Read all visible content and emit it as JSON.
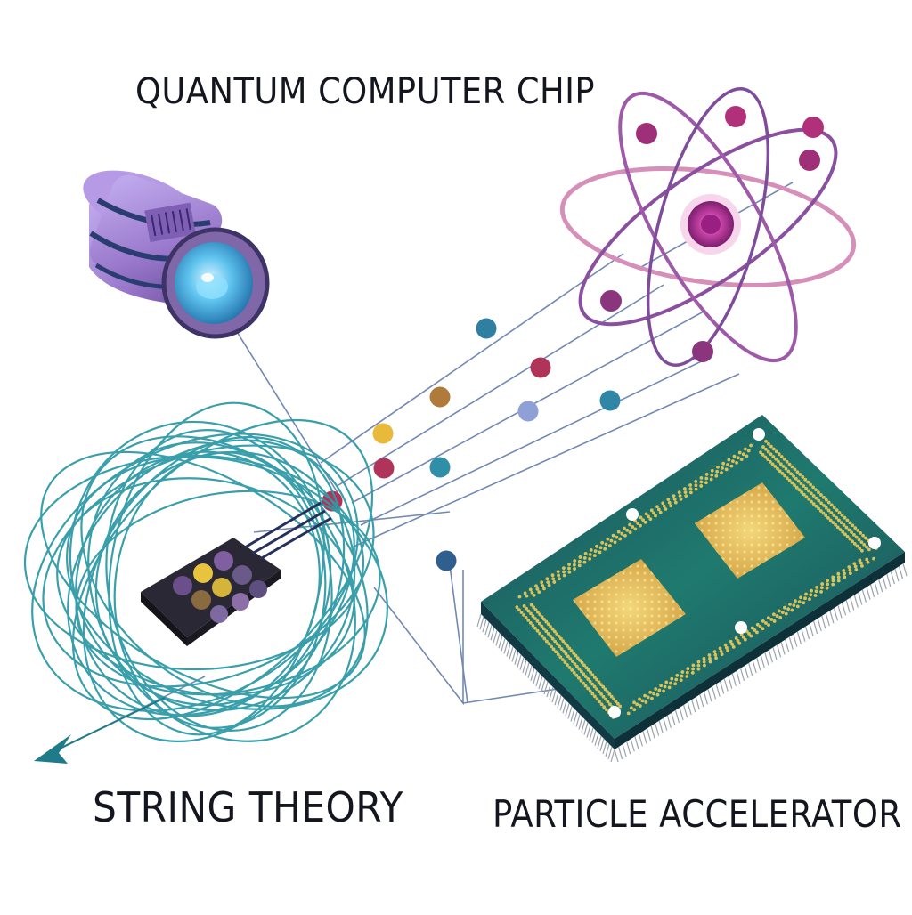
{
  "labels": {
    "quantum_computer_chip": "QUANTUM COMPUTER CHIP",
    "string_theory": "STRING THEORY",
    "particle_accelerator": "PARTICLE ACCELERATOR"
  },
  "colors": {
    "string_teal": "#2f9aa6",
    "atom_purple": "#8a4f9e",
    "atom_pink": "#d98ab8",
    "nucleus": "#b8339b",
    "chip_green": "#1f6e6a",
    "gold": "#d9b24a",
    "cylinder": "#a98ad6",
    "lens": "#4fb6e6",
    "line": "#5a6d9a"
  },
  "particles": [
    {
      "color": "#2f7fa0"
    },
    {
      "color": "#b0335a"
    },
    {
      "color": "#b07a3a"
    },
    {
      "color": "#8fa0d6"
    },
    {
      "color": "#2f86a6"
    },
    {
      "color": "#e8b93a"
    },
    {
      "color": "#b0335a"
    },
    {
      "color": "#2f8fa6"
    },
    {
      "color": "#b0335a"
    },
    {
      "color": "#2f5f8f"
    }
  ],
  "icons": {
    "atom": "atom-icon",
    "cylinder": "quantum-cylinder-icon",
    "chip": "circuit-chip-icon",
    "sensor": "sensor-chip-icon",
    "arrow": "arrow-icon"
  }
}
